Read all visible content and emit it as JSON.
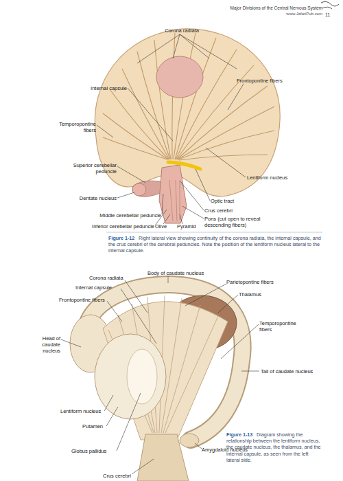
{
  "diagram": {
    "title": "Major Divisions of the Central Nervous System",
    "labels": [
      "www.JafariPub.com",
      "11",
      "Corona radiata",
      "Internal capsule",
      "Frontopontine fibers",
      "Temporopontine fibers",
      "Superior cerebellar peduncle",
      "Lentiform nucleus",
      "Dentate nucleus",
      "Optic tract",
      "Middle cerebellar peduncle",
      "Crus cerebri",
      "Pons (cut open to reveal descending fibers)",
      "Inferior cerebellar peduncle",
      "Olive",
      "Pyramid",
      "Figure 1-12",
      "Right lateral view showing continuity of the corona radiata, the internal capsule, and the crus cerebri of the cerebral peduncles. Note the position of the lentiform nucleus lateral to the internal capsule.",
      "Body of caudate nucleus",
      "Corona radiata",
      "Parietopontine fibers",
      "Thalamus",
      "Internal capsule",
      "Frontopontine fibers",
      "Temporopontine fibers",
      "Head of caudate nucleus",
      "Tail of caudate nucleus",
      "Lentiform nucleus",
      "Putamen",
      "Globus pallidus",
      "Amygdaloid nucleus",
      "Crus cerebri",
      "Figure 1-13",
      "Diagram showing the relationship between the lentiform nucleus, the caudate nucleus, the thalamus, and the internal capsule, as seen from the left lateral side."
    ]
  }
}
